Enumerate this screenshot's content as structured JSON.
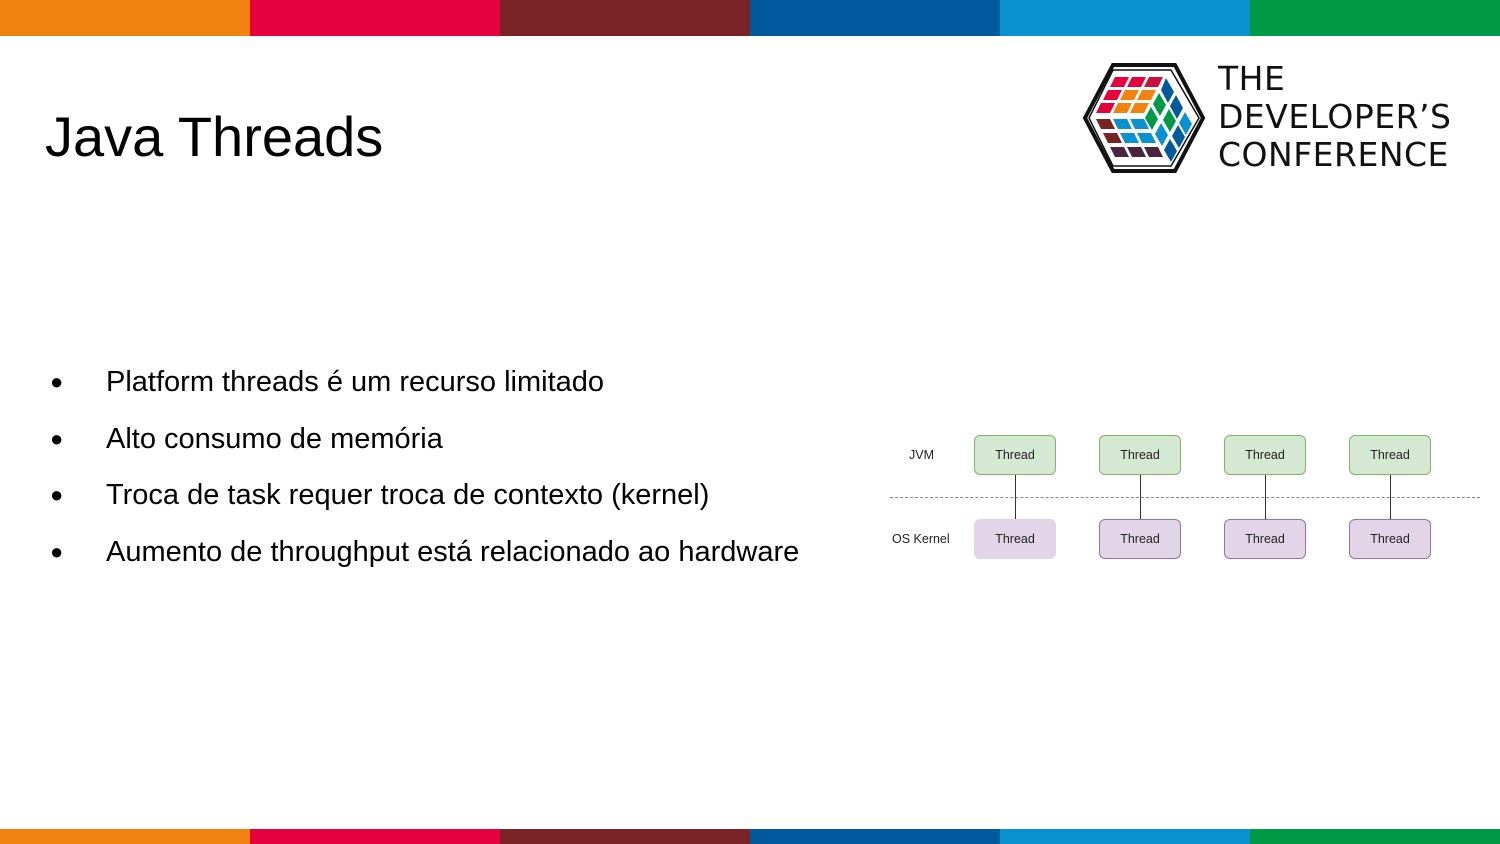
{
  "colors": {
    "stripes": [
      "#f0820f",
      "#e5003e",
      "#7a2326",
      "#005a9c",
      "#0a91d0",
      "#009a46"
    ]
  },
  "slide": {
    "title": "Java Threads",
    "logo": {
      "lines": [
        "THE",
        "DEVELOPER’S",
        "CONFERENCE"
      ]
    },
    "bullets": [
      "Platform threads é um recurso limitado",
      "Alto consumo de memória",
      "Troca de task requer troca de contexto (kernel)",
      "Aumento de throughput está relacionado ao hardware"
    ],
    "bullet_marker": "●",
    "diagram": {
      "jvm_label": "JVM",
      "os_label": "OS Kernel",
      "jvm_threads": [
        "Thread",
        "Thread",
        "Thread",
        "Thread"
      ],
      "os_threads": [
        "Thread",
        "Thread",
        "Thread",
        "Thread"
      ]
    }
  }
}
